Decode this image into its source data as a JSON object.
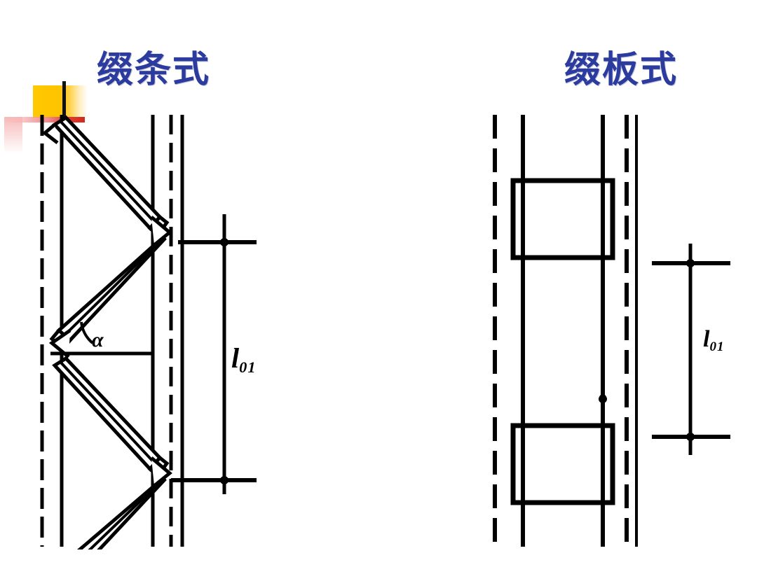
{
  "slide": {
    "background_color": "#ffffff",
    "title_color": "#2c3b9e"
  },
  "titles": {
    "left": "缀条式",
    "right": "缀板式"
  },
  "ornament": {
    "square_color": "#ffc800",
    "bar_color": "#e33c2e",
    "line_color": "#111111"
  },
  "figures": {
    "left": {
      "name": "lattice-column-diagram",
      "description": "缀条式 laced column elevation with diagonal lacing bars",
      "angle_label": "α",
      "dimension_label": {
        "symbol": "l",
        "subscript": "01"
      }
    },
    "right": {
      "name": "batten-column-diagram",
      "description": "缀板式 battened column elevation with rectangular batten plates",
      "dimension_label": {
        "symbol": "l",
        "subscript": "01"
      }
    }
  },
  "colors": {
    "ink": "#000000",
    "paper": "#ffffff"
  }
}
